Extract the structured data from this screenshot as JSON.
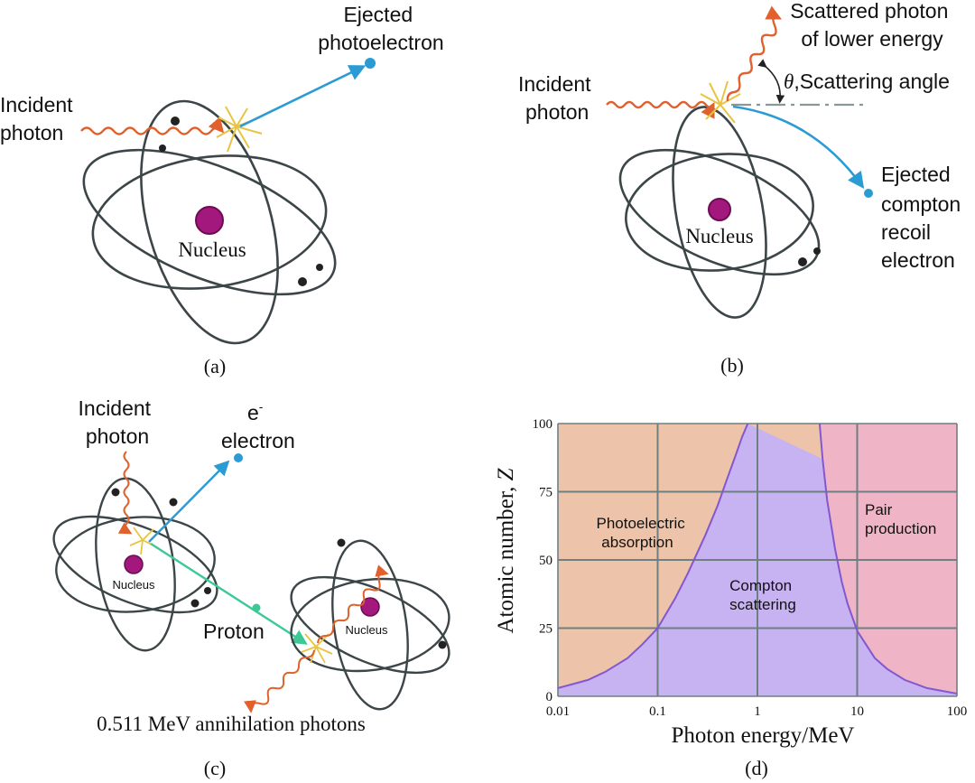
{
  "colors": {
    "orbit": "#3c4547",
    "nucleus": "#a3187d",
    "photon": "#e0612d",
    "electron": "#2b9bd4",
    "proton_track": "#3cc996",
    "burst": "#e8c443",
    "region_photo": "#edc4a9",
    "region_compton": "#c7b2f2",
    "region_pair": "#efb5c6",
    "boundary": "#8257d0",
    "grid": "#6e7f82"
  },
  "panel_a": {
    "caption": "(a)",
    "incident_photon": [
      "Incident",
      "photon"
    ],
    "ejected": [
      "Ejected",
      "photoelectron"
    ],
    "nucleus": "Nucleus"
  },
  "panel_b": {
    "caption": "(b)",
    "incident_photon": [
      "Incident",
      "photon"
    ],
    "scattered": [
      "Scattered photon",
      "of lower energy"
    ],
    "angle_symbol": "θ",
    "angle_text": ",Scattering angle",
    "ejected": [
      "Ejected",
      "compton",
      "recoil",
      "electron"
    ],
    "nucleus": "Nucleus"
  },
  "panel_c": {
    "caption": "(c)",
    "incident_photon": [
      "Incident",
      "photon"
    ],
    "electron_symbol": "e",
    "electron_superscript": "-",
    "electron_word": "electron",
    "nucleus_left": "Nucleus",
    "nucleus_right": "Nucleus",
    "proton": "Proton",
    "annihilation": "0.511 MeV annihilation photons"
  },
  "chart_data": {
    "type": "area",
    "caption": "(d)",
    "xlabel": "Photon energy/MeV",
    "ylabel": "Atomic number, ",
    "ylabel_var": "Z",
    "xscale": "log",
    "xlim": [
      0.01,
      100
    ],
    "ylim": [
      0,
      100
    ],
    "xticks": [
      0.01,
      0.1,
      1,
      10,
      100
    ],
    "xtick_labels": [
      "0.01",
      "0.1",
      "1",
      "10",
      "100"
    ],
    "yticks": [
      0,
      25,
      50,
      75,
      100
    ],
    "ytick_labels": [
      "0",
      "25",
      "50",
      "75",
      "100"
    ],
    "grid": true,
    "regions": [
      {
        "name": [
          "Photoelectric",
          "absorption"
        ]
      },
      {
        "name": [
          "Compton",
          "scattering"
        ]
      },
      {
        "name": [
          "Pair",
          "production"
        ]
      }
    ],
    "boundaries": [
      {
        "between": "photoelectric / compton",
        "x": [
          0.01,
          0.02,
          0.03,
          0.05,
          0.07,
          0.1,
          0.15,
          0.2,
          0.3,
          0.4,
          0.5,
          0.6,
          0.7,
          0.8
        ],
        "y": [
          3,
          6,
          9,
          14,
          19,
          25,
          36,
          45,
          59,
          70,
          80,
          88,
          95,
          100
        ]
      },
      {
        "between": "compton / pair",
        "x": [
          4.2,
          4.5,
          5,
          6,
          7,
          8,
          10,
          15,
          20,
          30,
          50,
          100
        ],
        "y": [
          100,
          87,
          72,
          54,
          42,
          34,
          24,
          14,
          10,
          6,
          3,
          1
        ]
      }
    ]
  }
}
